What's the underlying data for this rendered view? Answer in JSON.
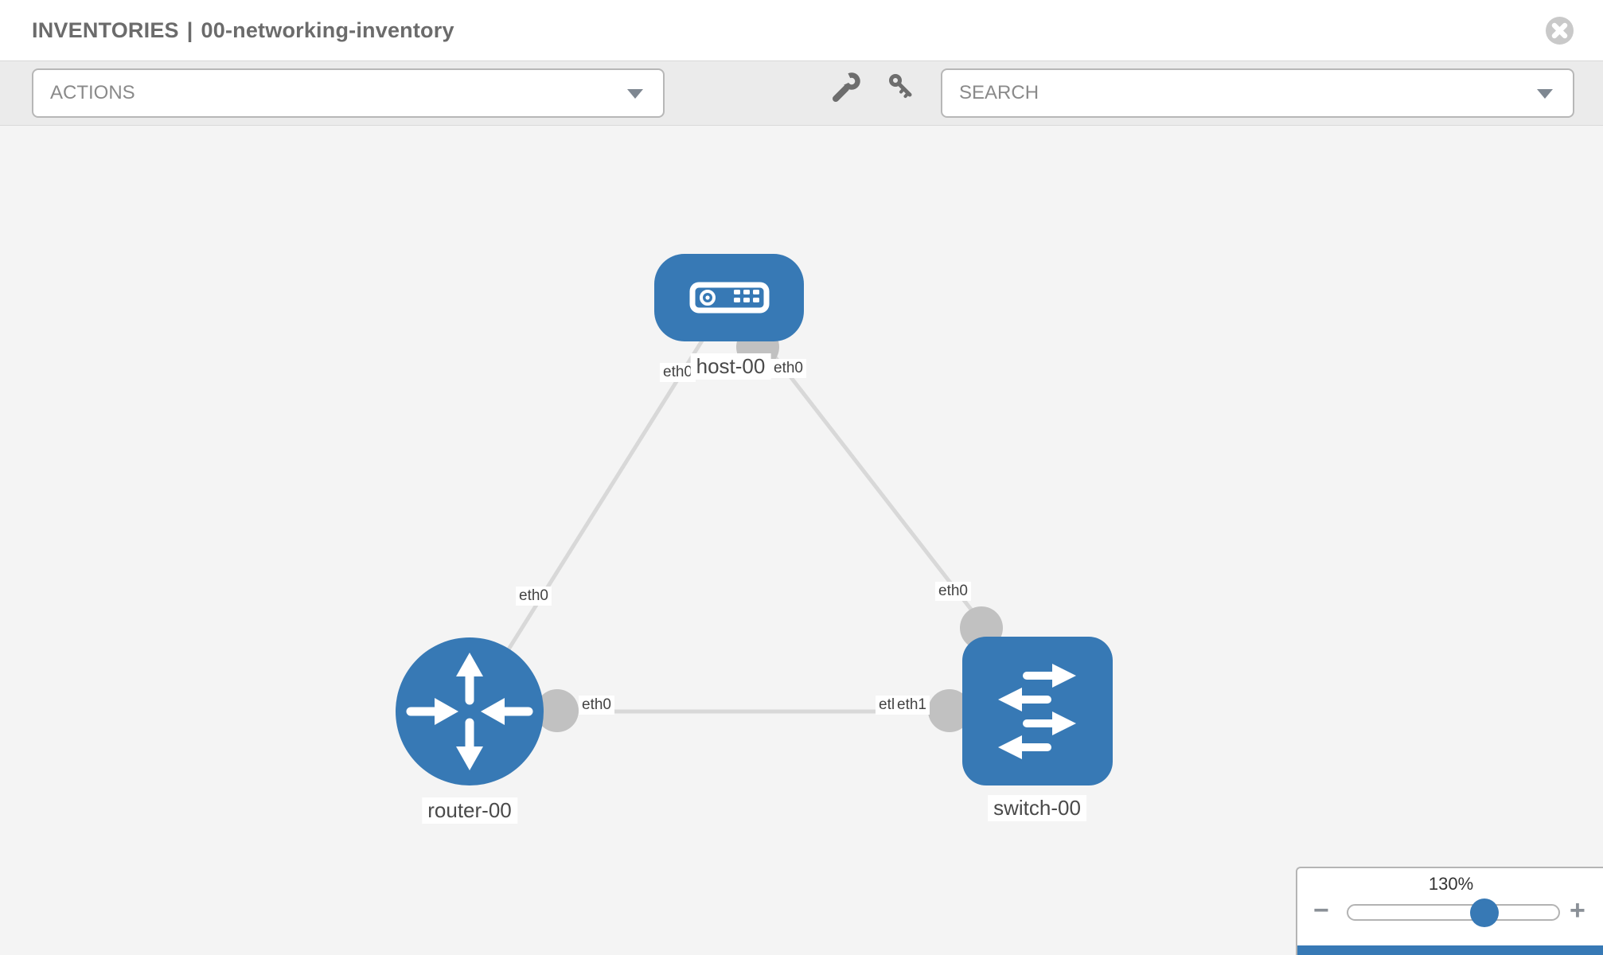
{
  "header": {
    "section": "INVENTORIES",
    "separator": "|",
    "inventory_name": "00-networking-inventory"
  },
  "toolbar": {
    "actions_label": "ACTIONS",
    "search_placeholder": "SEARCH"
  },
  "colors": {
    "node_blue": "#3779b5",
    "link_gray": "#d8d8d8",
    "endpoint_gray": "#c1c1c1",
    "canvas_background": "#f4f4f4"
  },
  "diagram": {
    "nodes": [
      {
        "id": "host-00",
        "label": "host-00",
        "type": "host"
      },
      {
        "id": "router-00",
        "label": "router-00",
        "type": "router"
      },
      {
        "id": "switch-00",
        "label": "switch-00",
        "type": "switch"
      }
    ],
    "links": [
      {
        "source": "host-00",
        "source_interface": "eth0",
        "target": "router-00",
        "target_interface": "eth0"
      },
      {
        "source": "host-00",
        "source_interface": "eth0",
        "target": "switch-00",
        "target_interface": "eth0"
      },
      {
        "source": "router-00",
        "source_interface": "eth0",
        "target": "switch-00",
        "target_interface": "eth1"
      }
    ],
    "interface_labels": {
      "host_to_router_host_end": "eth0",
      "host_to_switch_host_end": "eth0",
      "host_to_router_router_end": "eth0",
      "host_to_switch_switch_end": "eth0",
      "router_to_switch_router_end": "eth0",
      "router_to_switch_switch_end_hidden": "eth0",
      "router_to_switch_switch_end": "eth1"
    }
  },
  "zoom_control": {
    "value": "130%",
    "minus_label": "−",
    "plus_label": "+"
  }
}
